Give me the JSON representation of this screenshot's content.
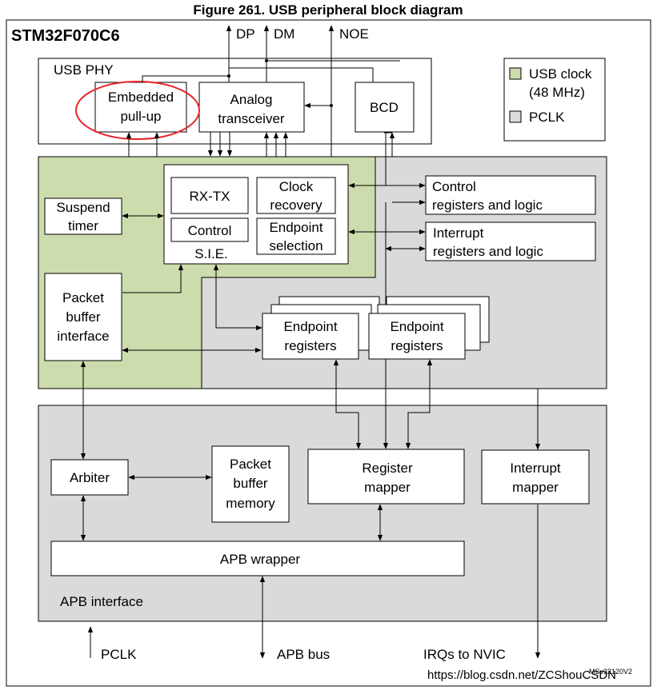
{
  "title": "Figure 261. USB peripheral block diagram",
  "chip_label": "STM32F070C6",
  "watermark": "https://blog.csdn.net/ZCShouCSDN",
  "doc_code": "MSv32120V2",
  "colors": {
    "usb_clock": "#cddcac",
    "pclk": "#dadada",
    "chip_label": "#e8262c",
    "highlight": "#e8262c"
  },
  "legend": {
    "usb_clock_line1": "USB clock",
    "usb_clock_line2": "(48 MHz)",
    "pclk": "PCLK"
  },
  "signals": {
    "dp": "DP",
    "dm": "DM",
    "noe": "NOE",
    "pclk": "PCLK",
    "apb_bus": "APB bus",
    "irqs": "IRQs to NVIC"
  },
  "blocks": {
    "usb_phy": "USB PHY",
    "embedded_pullup": [
      "Embedded",
      "pull-up"
    ],
    "analog_transceiver": [
      "Analog",
      "transceiver"
    ],
    "bcd": "BCD",
    "rx_tx": "RX-TX",
    "clock_recovery": [
      "Clock",
      "recovery"
    ],
    "control": "Control",
    "endpoint_selection": [
      "Endpoint",
      "selection"
    ],
    "sie": "S.I.E.",
    "suspend_timer": [
      "Suspend",
      "timer"
    ],
    "control_registers": [
      "Control",
      "registers and logic"
    ],
    "interrupt_registers": [
      "Interrupt",
      "registers and logic"
    ],
    "packet_buffer_interface": [
      "Packet",
      "buffer",
      "interface"
    ],
    "endpoint_registers_1": [
      "Endpoint",
      "registers"
    ],
    "endpoint_registers_2": [
      "Endpoint",
      "registers"
    ],
    "arbiter": "Arbiter",
    "packet_buffer_memory": [
      "Packet",
      "buffer",
      "memory"
    ],
    "register_mapper": [
      "Register",
      "mapper"
    ],
    "interrupt_mapper": [
      "Interrupt",
      "mapper"
    ],
    "apb_wrapper": "APB wrapper",
    "apb_interface": "APB interface"
  }
}
